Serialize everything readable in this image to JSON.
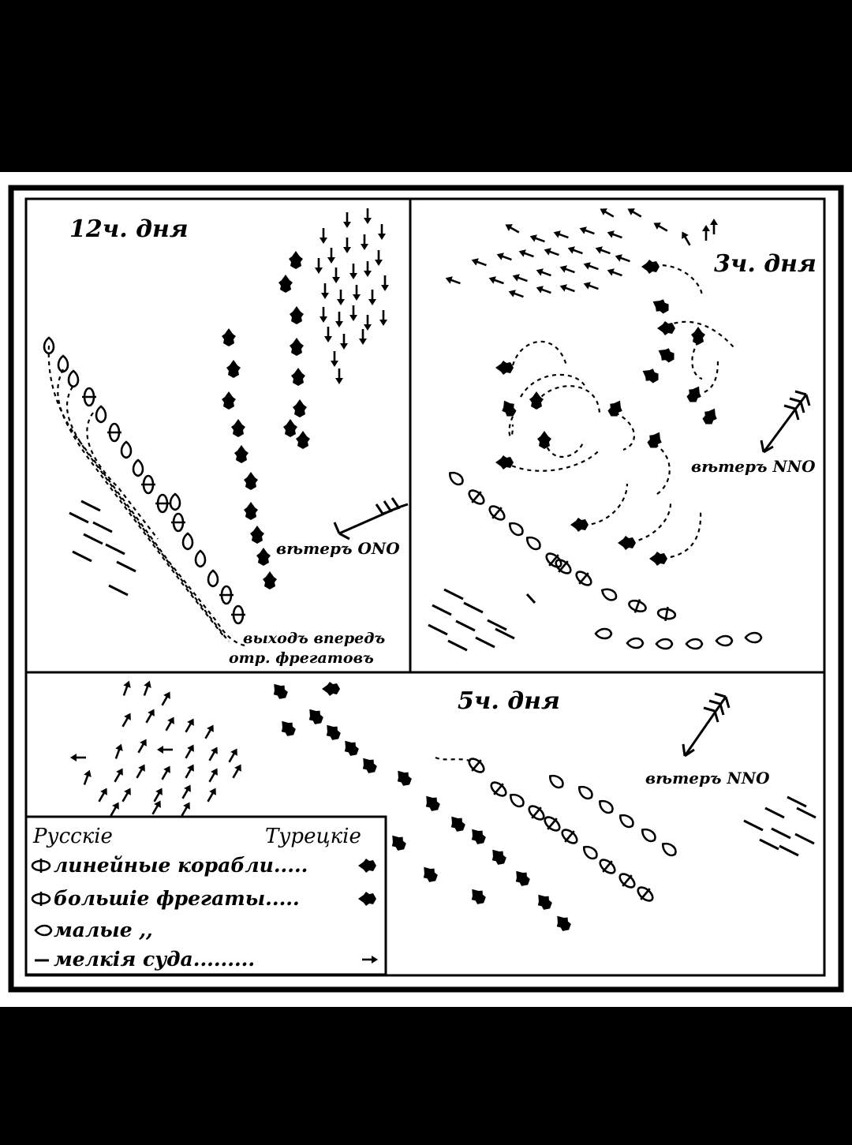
{
  "panels": {
    "noon": {
      "title": "12ч. дня",
      "wind_label": "вѣтеръ ONO",
      "note_line1": "выходъ впередъ",
      "note_line2": "отр. фрегатовъ"
    },
    "three": {
      "title": "3ч. дня",
      "wind_label": "вѣтеръ NNO"
    },
    "five": {
      "title": "5ч. дня",
      "wind_label": "вѣтеръ NNO"
    }
  },
  "legend": {
    "russian_header": "Русскіе",
    "turkish_header": "Турецкіе",
    "rows": [
      {
        "text": "линейные корабли.....",
        "icon": "ship-of-the-line-icon"
      },
      {
        "text": "большіе   фрегаты.....",
        "icon": "large-frigate-icon"
      },
      {
        "text": "малые              ,,",
        "icon": "small-frigate-icon"
      },
      {
        "text": "мелкія      суда.........",
        "icon": "small-vessel-icon"
      }
    ]
  },
  "colors": {
    "ink": "#000000",
    "paper": "#ffffff",
    "background": "#000000"
  }
}
